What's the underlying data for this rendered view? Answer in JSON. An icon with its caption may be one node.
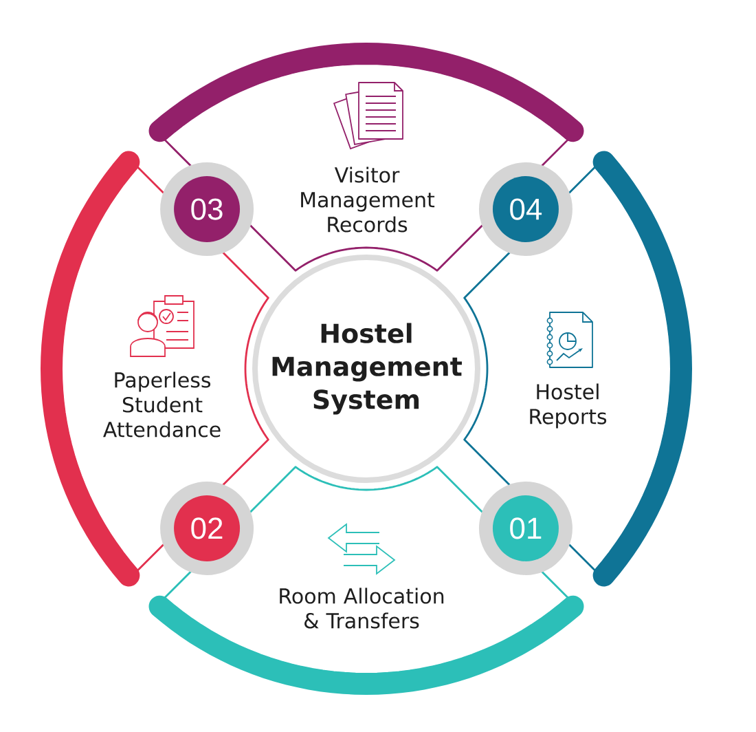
{
  "diagram": {
    "nodes": [
      {
        "text": [
          "Hostel Management System"
        ]
      },
      {
        "text": [
          "01"
        ]
      },
      {
        "text": [
          "Room Allocation & Transfers"
        ]
      },
      {
        "text": [
          "02"
        ]
      },
      {
        "text": [
          "Paperless Student Attendance"
        ]
      },
      {
        "text": [
          "03"
        ]
      },
      {
        "text": [
          "Visitor Management Records"
        ]
      },
      {
        "text": [
          "04"
        ]
      },
      {
        "text": [
          "Hostel Reports"
        ]
      }
    ]
  }
}
